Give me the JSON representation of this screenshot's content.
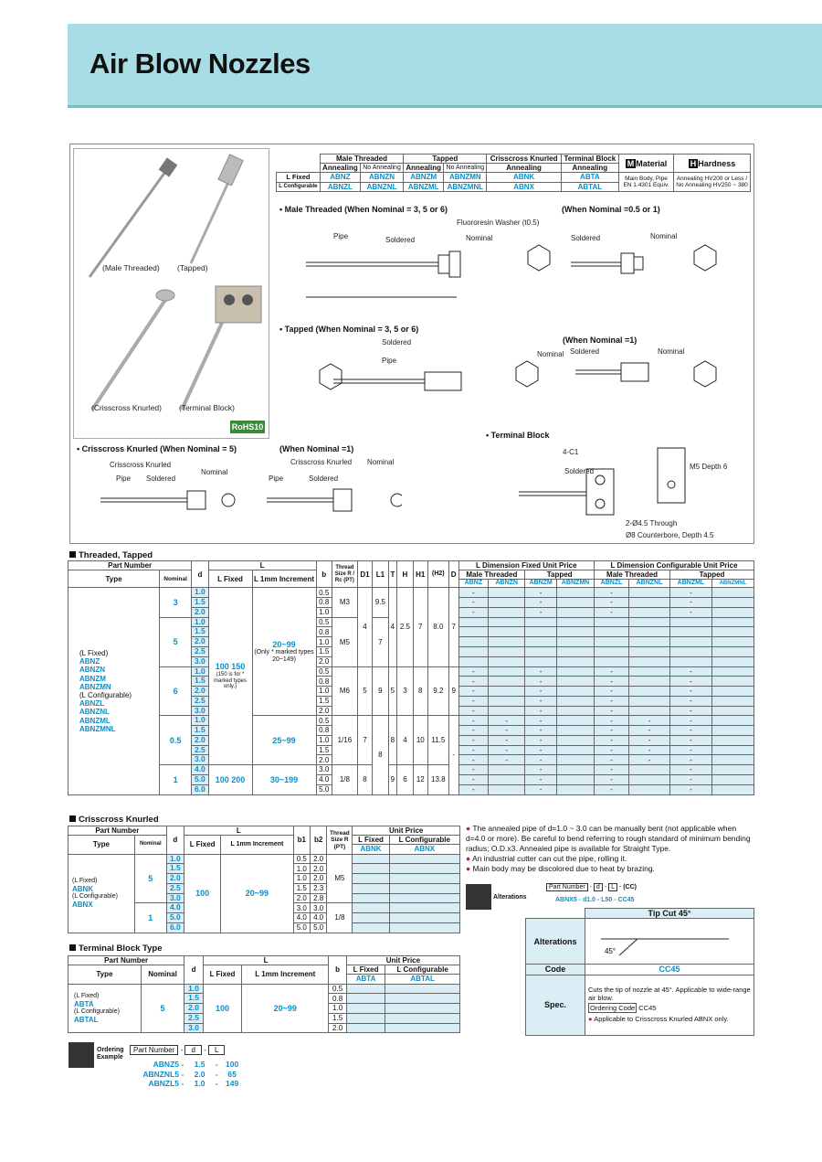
{
  "title": "Air Blow Nozzles",
  "photo_captions": {
    "male": "(Male Threaded)",
    "tapped": "(Tapped)",
    "knurled": "(Crisscross Knurled)",
    "terminal": "(Terminal Block)",
    "rohs": "RoHS10"
  },
  "top_table": {
    "headers": [
      "Male Threaded",
      "Tapped",
      "Crisscross Knurled",
      "Terminal Block",
      "Material",
      "Hardness"
    ],
    "sub": [
      "Annealing",
      "No Annealing",
      "Annealing",
      "No Annealing",
      "Annealing",
      "Annealing"
    ],
    "rows": [
      {
        "label": "L Fixed",
        "vals": [
          "ABNZ",
          "ABNZN",
          "ABNZM",
          "ABNZMN",
          "ABNK",
          "ABTA"
        ]
      },
      {
        "label": "L Configurable",
        "vals": [
          "ABNZL",
          "ABNZNL",
          "ABNZML",
          "ABNZMNL",
          "ABNX",
          "ABTAL"
        ]
      }
    ],
    "material": "Main Body, Pipe EN 1.4301 Equiv.",
    "hardness": "Annealing HV200 or Less / No Annealing HV250 ~ 380",
    "m_icon": "M",
    "h_icon": "H"
  },
  "diagrams": {
    "male36": "Male Threaded (When Nominal = 3, 5 or 6)",
    "male051": "(When Nominal =0.5 or 1)",
    "tapped": "Tapped (When Nominal = 3, 5 or 6)",
    "tapped1": "(When Nominal =1)",
    "terminal": "Terminal Block",
    "knurl5": "Crisscross Knurled (When Nominal = 5)",
    "knurl1": "(When Nominal =1)",
    "labels": {
      "pipe": "Pipe",
      "soldered": "Soldered",
      "nominal": "Nominal",
      "fluoro": "Fluororesin Washer (t0.5)",
      "crisscross": "Crisscross Knurled",
      "m5depth": "M5 Depth 6",
      "through": "2-Ø4.5 Through",
      "cbore": "Ø8 Counterbore, Depth 4.5",
      "c1": "4-C1"
    }
  },
  "threaded": {
    "section": "Threaded, Tapped",
    "head": {
      "part": "Part Number",
      "type": "Type",
      "nominal": "Nominal",
      "d": "d",
      "L": "L",
      "lfixed": "L Fixed",
      "l1mm": "L 1mm Increment",
      "b": "b",
      "thread": "Thread Size R / Rc (PT)",
      "D1": "D1",
      "L1": "L1",
      "T": "T",
      "H": "H",
      "H1": "H1",
      "H2": "(H2)",
      "D": "D",
      "fixedprice": "L Dimension Fixed Unit Price",
      "confprice": "L Dimension Configurable Unit Price",
      "male": "Male Threaded",
      "tapped": "Tapped"
    },
    "price_codes": [
      "ABNZ",
      "ABNZN",
      "ABNZM",
      "ABNZMN",
      "ABNZL",
      "ABNZNL",
      "ABNZML",
      "ABNZMNL"
    ],
    "types": [
      "(L Fixed)",
      "ABNZ",
      "ABNZN",
      "ABNZM",
      "ABNZMN",
      "(L Configurable)",
      "ABNZL",
      "ABNZNL",
      "ABNZML",
      "ABNZMNL"
    ],
    "lfixed_main": "100 150",
    "lfixed_note": "(150 is for * marked types only.)",
    "lfixed_1": "100 200",
    "linc_a": "20~99",
    "linc_a_note": "(Only * marked types 20~149)",
    "linc_b": "25~99",
    "linc_c": "30~199",
    "groups": [
      {
        "nominal": "3",
        "d": [
          "1.0",
          "1.5",
          "2.0"
        ],
        "b": [
          "0.5",
          "0.8",
          "1.0"
        ],
        "thread": "M3",
        "D1": "4",
        "L1": "9.5",
        "T": "4",
        "H": "2.5",
        "H1": "7",
        "H2": "8.0",
        "D": "7"
      },
      {
        "nominal": "5",
        "d": [
          "1.0",
          "1.5",
          "2.0",
          "2.5",
          "3.0"
        ],
        "b": [
          "0.5",
          "0.8",
          "1.0",
          "1.5",
          "2.0"
        ],
        "thread": "M5",
        "D1": "",
        "L1": "7",
        "T": "",
        "H": "",
        "H1": "",
        "H2": "",
        "D": ""
      },
      {
        "nominal": "6",
        "d": [
          "1.0",
          "1.5",
          "2.0",
          "2.5",
          "3.0"
        ],
        "b": [
          "0.5",
          "0.8",
          "1.0",
          "1.5",
          "2.0"
        ],
        "thread": "M6",
        "D1": "5",
        "L1": "9",
        "T": "5",
        "H": "3",
        "H1": "8",
        "H2": "9.2",
        "D": "9"
      },
      {
        "nominal": "0.5",
        "d": [
          "1.0",
          "1.5",
          "2.0",
          "2.5",
          "3.0"
        ],
        "b": [
          "0.5",
          "0.8",
          "1.0",
          "1.5",
          "2.0"
        ],
        "thread": "1/16",
        "D1": "7",
        "L1": "8",
        "T": "8",
        "H": "4",
        "H1": "10",
        "H2": "11.5",
        "D": "-"
      },
      {
        "nominal": "1",
        "d": [
          "4.0",
          "5.0",
          "6.0"
        ],
        "b": [
          "3.0",
          "4.0",
          "5.0"
        ],
        "thread": "1/8",
        "D1": "8",
        "L1": "",
        "T": "9",
        "H": "6",
        "H1": "12",
        "H2": "13.8",
        "D": ""
      }
    ]
  },
  "knurled": {
    "section": "Crisscross Knurled",
    "head": {
      "part": "Part Number",
      "type": "Type",
      "nominal": "Nominal",
      "d": "d",
      "L": "L",
      "lfixed": "L Fixed",
      "l1mm": "L 1mm Increment",
      "b1": "b1",
      "b2": "b2",
      "thread": "Thread Size R (PT)",
      "price": "Unit Price",
      "pf": "L Fixed",
      "pc": "L Configurable",
      "cf": "ABNK",
      "cc": "ABNX"
    },
    "types": [
      "(L Fixed)",
      "ABNK",
      "(L Configurable)",
      "ABNX"
    ],
    "nom5": "5",
    "nom1": "1",
    "lfixed": "100",
    "linc": "20~99",
    "thread5": "M5",
    "thread1": "1/8",
    "d": [
      "1.0",
      "1.5",
      "2.0",
      "2.5",
      "3.0",
      "4.0",
      "5.0",
      "6.0"
    ],
    "b1": [
      "0.5",
      "1.0",
      "1.0",
      "1.5",
      "2.0",
      "3.0",
      "4.0",
      "5.0"
    ],
    "b2": [
      "2.0",
      "2.0",
      "2.0",
      "2.3",
      "2.8",
      "3.0",
      "4.0",
      "5.0"
    ]
  },
  "terminal_tbl": {
    "section": "Terminal Block Type",
    "head": {
      "part": "Part Number",
      "type": "Type",
      "nominal": "Nominal",
      "d": "d",
      "L": "L",
      "lfixed": "L Fixed",
      "l1mm": "L 1mm Increment",
      "b": "b",
      "price": "Unit Price",
      "pf": "L Fixed",
      "pc": "L Configurable",
      "cf": "ABTA",
      "cc": "ABTAL"
    },
    "types": [
      "(L Fixed)",
      "ABTA",
      "(L Configurable)",
      "ABTAL"
    ],
    "nominal": "5",
    "lfixed": "100",
    "linc": "20~99",
    "d": [
      "1.0",
      "1.5",
      "2.0",
      "2.5",
      "3.0"
    ],
    "b": [
      "0.5",
      "0.8",
      "1.0",
      "1.5",
      "2.0"
    ]
  },
  "notes": [
    "The annealed pipe of d=1.0 ~ 3.0 can be manually bent (not applicable when d=4.0 or more). Be careful to bend referring to rough standard of minimum bending radius; O.D.x3. Annealed pipe is available for Straight Type.",
    "An industrial cutter can cut the pipe, rolling it.",
    "Main body may be discolored due to heat by brazing."
  ],
  "alterations": {
    "label": "Alterations",
    "pn": "Part Number",
    "d": "d",
    "L": "L",
    "cc": "(CC)",
    "example": [
      "ABNX5",
      "d1.0",
      "L50",
      "CC45"
    ],
    "tip": "Tip Cut 45°",
    "alt": "Alterations",
    "angle": "45°",
    "code_h": "Code",
    "code": "CC45",
    "spec_h": "Spec.",
    "spec1": "Cuts the tip of nozzle at 45°. Applicable to wide-range air blow.",
    "spec_oc": "Ordering Code",
    "spec_oc_val": "CC45",
    "spec2": "Applicable to Crisscross Knurled ABNX only."
  },
  "ordering": {
    "label": "Ordering Example",
    "pn": "Part Number",
    "d": "d",
    "L": "L",
    "rows": [
      [
        "ABNZ5",
        "1.5",
        "100"
      ],
      [
        "ABNZNL5",
        "2.0",
        "65"
      ],
      [
        "ABNZL5",
        "1.0",
        "149"
      ]
    ]
  }
}
